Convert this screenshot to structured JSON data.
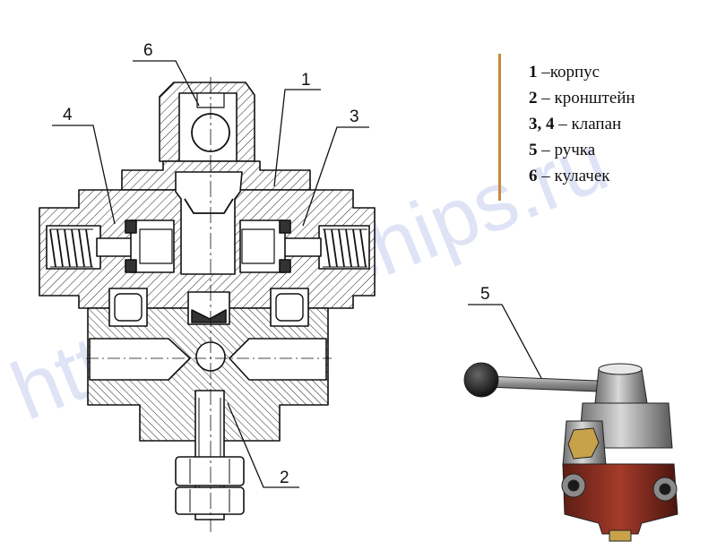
{
  "callouts": {
    "c1": "1",
    "c2": "2",
    "c3": "3",
    "c4": "4",
    "c5": "5",
    "c6": "6"
  },
  "legend": [
    {
      "num": "1",
      "text": " –корпус"
    },
    {
      "num": "2",
      "text": " – кронштейн"
    },
    {
      "num": "3, 4",
      "text": " – клапан"
    },
    {
      "num": "5",
      "text": " – ручка"
    },
    {
      "num": "6",
      "text": " – кулачек"
    }
  ],
  "watermark": "http://trucchips.ru",
  "colors": {
    "ink": "#111111",
    "legend_bar": "#c8893a",
    "valve_red": "#9a3526",
    "brass": "#c8a24a",
    "watermark": "#dfe3f5"
  }
}
